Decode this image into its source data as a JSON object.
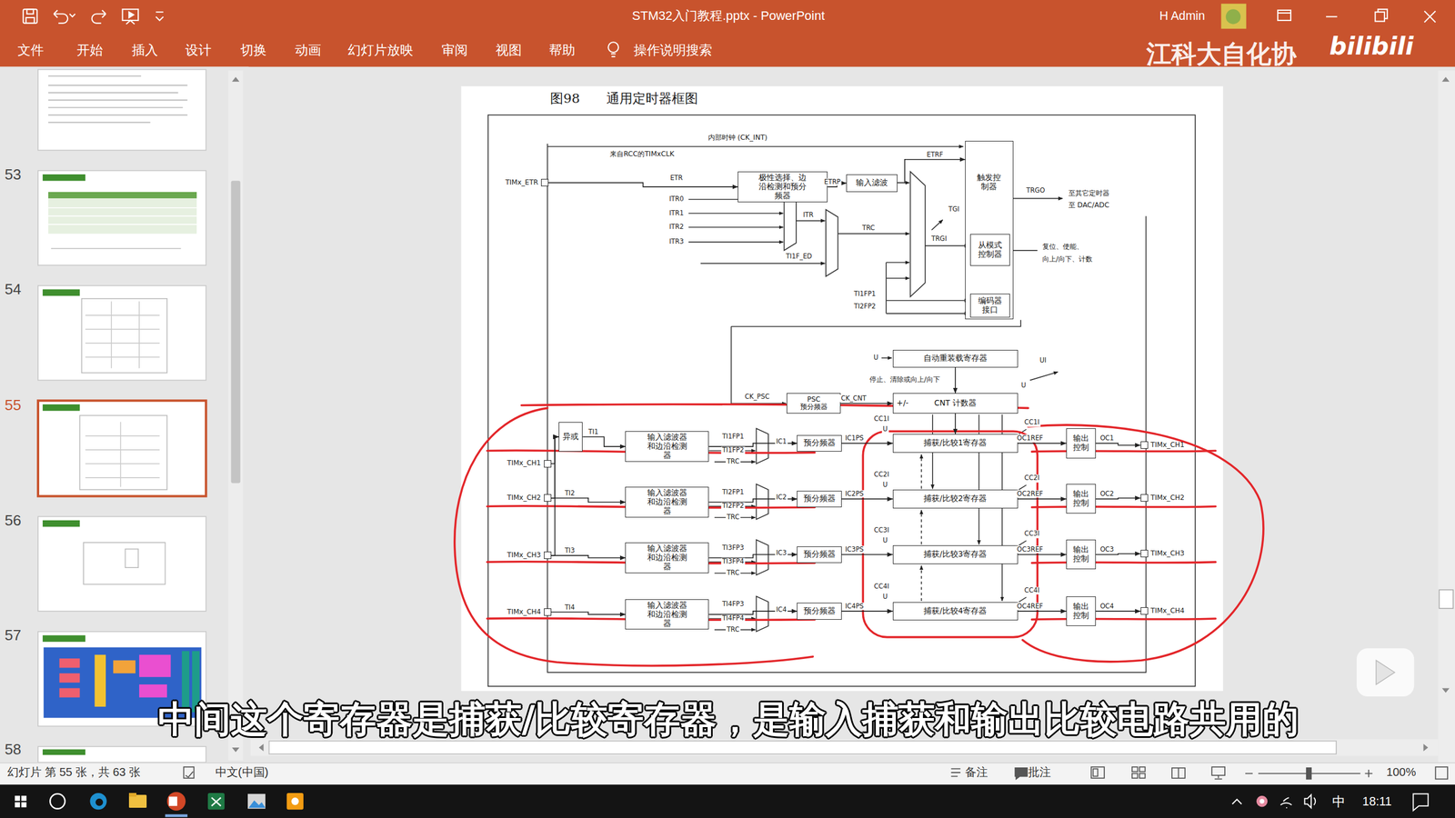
{
  "diagram": {
    "title": "图98 通用定时器框图",
    "caption": "中间这个寄存器是捕获/比较寄存器，是输入捕获和输出比较电路共用的",
    "nodes": [
      {
        "text": [
          "TIMx_ETR"
        ]
      },
      {
        "text": [
          "极性选择、边沿检测和预分频器"
        ]
      },
      {
        "text": [
          "输入滤波"
        ]
      },
      {
        "text": [
          "触发控制器"
        ]
      },
      {
        "text": [
          "从模式控制器"
        ],
        "in": 3
      },
      {
        "text": [
          "编码器接口"
        ],
        "in": 3
      },
      {
        "text": [
          "自动重装载寄存器"
        ]
      },
      {
        "text": [
          "PSC",
          "预分频器"
        ]
      },
      {
        "text": [
          "+/-",
          "CNT 计数器"
        ]
      },
      {
        "text": [
          "异或"
        ]
      },
      {
        "text": [
          "TIMx_CH1"
        ]
      },
      {
        "text": [
          "输入滤波器和边沿检测器"
        ]
      },
      {
        "text": [
          "预分频器"
        ]
      },
      {
        "text": [
          "捕获/比较1寄存器"
        ]
      },
      {
        "text": [
          "输出控制"
        ]
      },
      {
        "text": [
          "TIMx_CH1"
        ]
      },
      {
        "text": [
          "TIMx_CH2"
        ]
      },
      {
        "text": [
          "输入滤波器和边沿检测器"
        ]
      },
      {
        "text": [
          "预分频器"
        ]
      },
      {
        "text": [
          "捕获/比较2寄存器"
        ]
      },
      {
        "text": [
          "输出控制"
        ]
      },
      {
        "text": [
          "TIMx_CH2"
        ]
      },
      {
        "text": [
          "TIMx_CH3"
        ]
      },
      {
        "text": [
          "输入滤波器和边沿检测器"
        ]
      },
      {
        "text": [
          "预分频器"
        ]
      },
      {
        "text": [
          "捕获/比较3寄存器"
        ]
      },
      {
        "text": [
          "输出控制"
        ]
      },
      {
        "text": [
          "TIMx_CH3"
        ]
      },
      {
        "text": [
          "TIMx_CH4"
        ]
      },
      {
        "text": [
          "输入滤波器和边沿检测器"
        ]
      },
      {
        "text": [
          "预分频器"
        ]
      },
      {
        "text": [
          "捕获/比较4寄存器"
        ]
      },
      {
        "text": [
          "输出控制"
        ]
      },
      {
        "text": [
          "TIMx_CH4"
        ]
      }
    ],
    "edges": [
      {
        "from": 0,
        "to": 1,
        "label": "ETR",
        "arrow": "to"
      },
      {
        "from": 1,
        "to": 2,
        "label": "ETRP",
        "arrow": "to"
      },
      {
        "from": 2,
        "to": 3,
        "label": "ETRF",
        "arrow": "to"
      },
      {
        "from": 7,
        "to": 8,
        "label": "CK_CNT",
        "arrow": "to"
      },
      {
        "from": 6,
        "to": 8,
        "arrow": "to"
      },
      {
        "from": 8,
        "to": 13,
        "arrow": "to"
      },
      {
        "from": 10,
        "to": 9,
        "arrow": "to"
      },
      {
        "from": 16,
        "to": 9,
        "arrow": "to"
      },
      {
        "from": 22,
        "to": 9,
        "arrow": "to"
      },
      {
        "from": 9,
        "to": 11,
        "label": "TI1",
        "arrow": "to"
      },
      {
        "from": 11,
        "to": 12,
        "label": "IC1",
        "arrow": "to"
      },
      {
        "from": 12,
        "to": 13,
        "label": "IC1PS",
        "arrow": "to"
      },
      {
        "from": 13,
        "to": 14,
        "label": "OC1REF",
        "arrow": "to"
      },
      {
        "from": 14,
        "to": 15,
        "label": "OC1",
        "arrow": "to"
      },
      {
        "from": 16,
        "to": 17,
        "label": "TI2",
        "arrow": "to"
      },
      {
        "from": 17,
        "to": 18,
        "label": "IC2",
        "arrow": "to"
      },
      {
        "from": 18,
        "to": 19,
        "label": "IC2PS",
        "arrow": "to"
      },
      {
        "from": 19,
        "to": 20,
        "label": "OC2REF",
        "arrow": "to"
      },
      {
        "from": 20,
        "to": 21,
        "label": "OC2",
        "arrow": "to"
      },
      {
        "from": 22,
        "to": 23,
        "label": "TI3",
        "arrow": "to"
      },
      {
        "from": 23,
        "to": 24,
        "label": "IC3",
        "arrow": "to"
      },
      {
        "from": 24,
        "to": 25,
        "label": "IC3PS",
        "arrow": "to"
      },
      {
        "from": 25,
        "to": 26,
        "label": "OC3REF",
        "arrow": "to"
      },
      {
        "from": 26,
        "to": 27,
        "label": "OC3",
        "arrow": "to"
      },
      {
        "from": 28,
        "to": 29,
        "label": "TI4",
        "arrow": "to"
      },
      {
        "from": 29,
        "to": 30,
        "label": "IC4",
        "arrow": "to"
      },
      {
        "from": 30,
        "to": 31,
        "label": "IC4PS",
        "arrow": "to"
      },
      {
        "from": 31,
        "to": 32,
        "label": "OC4REF",
        "arrow": "to"
      },
      {
        "from": 32,
        "to": 33,
        "label": "OC4",
        "arrow": "to"
      }
    ],
    "labels": [
      "STM32入门教程.pptx - PowerPoint",
      "H Admin",
      "文件",
      "开始",
      "插入",
      "设计",
      "切换",
      "动画",
      "幻灯片放映",
      "审阅",
      "视图",
      "帮助",
      "操作说明搜索",
      "江科大自化协",
      "bilibili",
      "53",
      "54",
      "55",
      "56",
      "57",
      "58",
      "幻灯片 第 55 张，共 63 张",
      "中文(中国)",
      "备注",
      "批注",
      "100%",
      "中",
      "18:11",
      "内部时钟 (CK_INT)",
      "来自RCC的TIMxCLK",
      "ITR0",
      "ITR1",
      "ITR2",
      "ITR3",
      "ITR",
      "TRC",
      "TI1F_ED",
      "TGI",
      "TRGI",
      "TRGO",
      "至其它定时器",
      "至 DAC/ADC",
      "复位、使能、",
      "向上/向下、计数",
      "TI1FP1",
      "TI2FP2",
      "U",
      "UI",
      "U",
      "停止、清除或向上/向下",
      "CK_PSC",
      "TI1FP1",
      "TI1FP2",
      "TRC",
      "CC1I",
      "U",
      "CC1I",
      "TI2FP1",
      "TI2FP2",
      "TRC",
      "CC2I",
      "U",
      "CC2I",
      "TI3FP3",
      "TI3FP4",
      "TRC",
      "CC3I",
      "U",
      "CC3I",
      "TI4FP3",
      "TI4FP4",
      "TRC",
      "CC4I",
      "U",
      "CC4I"
    ]
  }
}
